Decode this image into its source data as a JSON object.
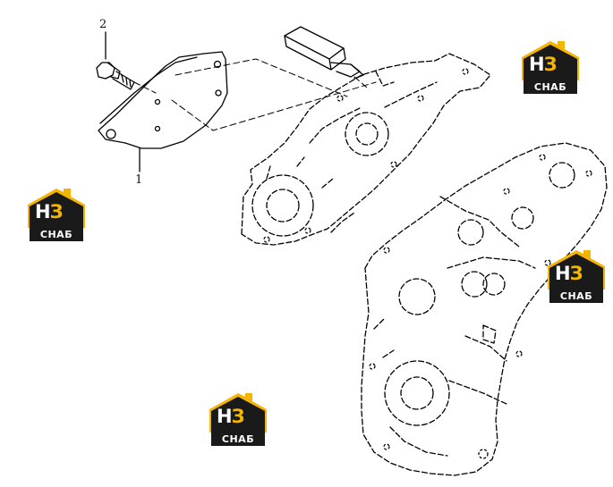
{
  "callouts": [
    {
      "number": "2"
    },
    {
      "number": "1"
    }
  ],
  "watermark": {
    "mark_left": "Н",
    "mark_right": "З",
    "caption": "СНАБ",
    "colors": {
      "accent": "#f4b400",
      "dark": "#1a1a1a"
    }
  }
}
